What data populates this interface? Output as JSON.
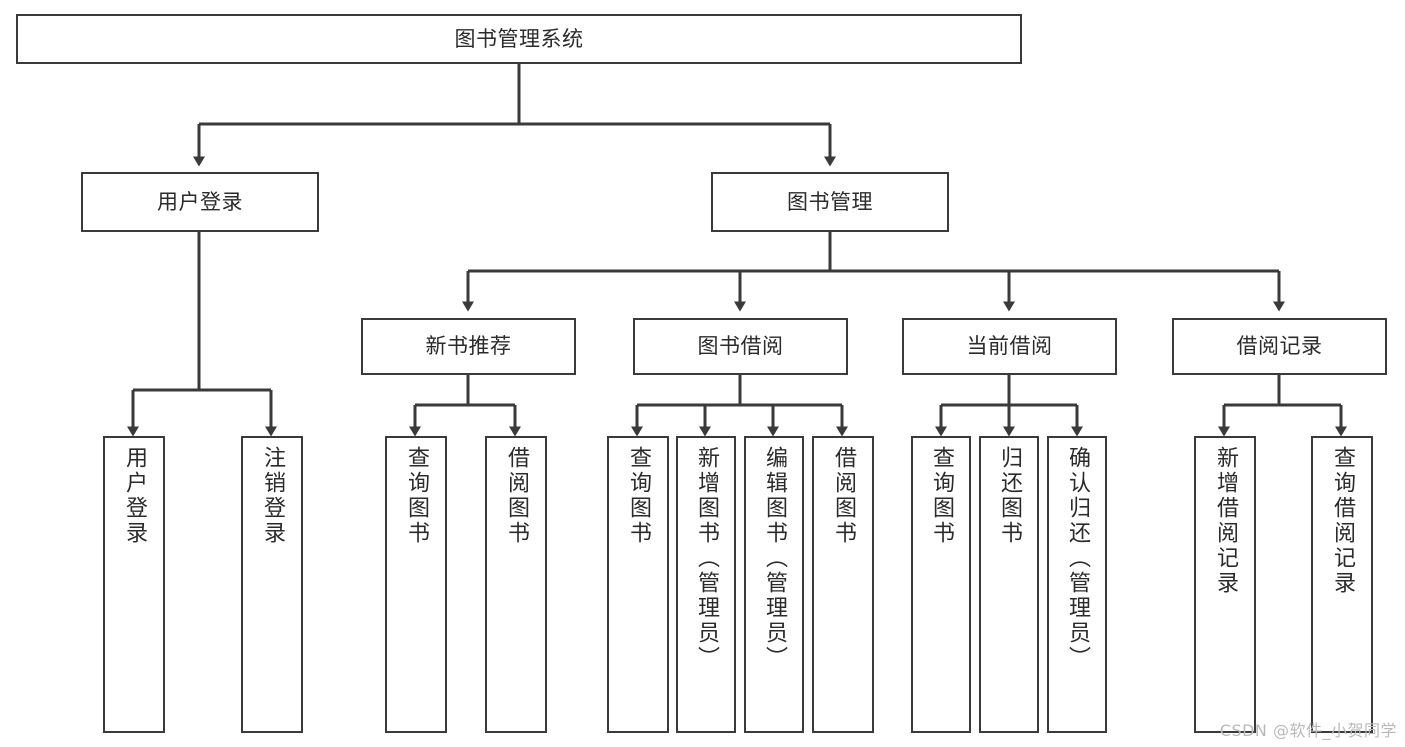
{
  "diagram": {
    "type": "tree",
    "title": "图书管理系统",
    "orientation": "top-down",
    "colors": {
      "node_border": "#3a3a3a",
      "node_fill": "#ffffff",
      "edge": "#3a3a3a",
      "text": "#2b2b2b",
      "watermark": "#b9b9b9",
      "background": "#ffffff"
    },
    "root": {
      "label": "图书管理系统"
    },
    "level1": [
      {
        "label": "用户登录"
      },
      {
        "label": "图书管理"
      }
    ],
    "level2": [
      {
        "label": "新书推荐"
      },
      {
        "label": "图书借阅"
      },
      {
        "label": "当前借阅"
      },
      {
        "label": "借阅记录"
      }
    ],
    "leaves": {
      "user_login": [
        {
          "label": "用户登录"
        },
        {
          "label": "注销登录"
        }
      ],
      "new_book_recommend": [
        {
          "label": "查询图书"
        },
        {
          "label": "借阅图书"
        }
      ],
      "book_borrow": [
        {
          "label": "查询图书"
        },
        {
          "label": "新增图书（管理员）"
        },
        {
          "label": "编辑图书（管理员）"
        },
        {
          "label": "借阅图书"
        }
      ],
      "current_borrow": [
        {
          "label": "查询图书"
        },
        {
          "label": "归还图书"
        },
        {
          "label": "确认归还（管理员）"
        }
      ],
      "borrow_record": [
        {
          "label": "新增借阅记录"
        },
        {
          "label": "查询借阅记录"
        }
      ]
    }
  },
  "watermark": {
    "text": "CSDN @软件_小贺同学"
  }
}
